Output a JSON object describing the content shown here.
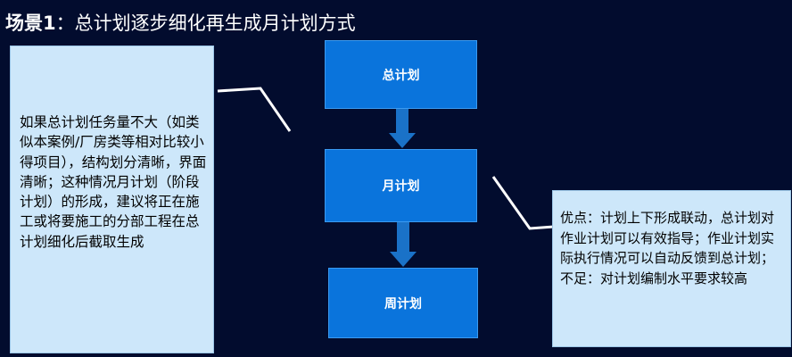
{
  "title": {
    "scene": "场景1",
    "colon": "：",
    "text": "总计划逐步细化再生成月计划方式"
  },
  "flow": {
    "total_plan": "总计划",
    "month_plan": "月计划",
    "week_plan": "周计划"
  },
  "left_note": {
    "text": "如果总计划任务量不大（如类似本案例/厂房类等相对比较小得项目），结构划分清晰，界面清晰；这种情况月计划（阶段计划）的形成，建议将正在施工或将要施工的分部工程在总计划细化后截取生成"
  },
  "right_note": {
    "pros": "优点：计划上下形成联动，总计划对作业计划可以有效指导；作业计划实际执行情况可以自动反馈到总计划；",
    "cons": "不足：对计划编制水平要求较高"
  },
  "colors": {
    "background": "#020c2e",
    "plan_box": "#0a74dc",
    "note_box": "#cde7fa",
    "arrow": "#1a72c8"
  }
}
